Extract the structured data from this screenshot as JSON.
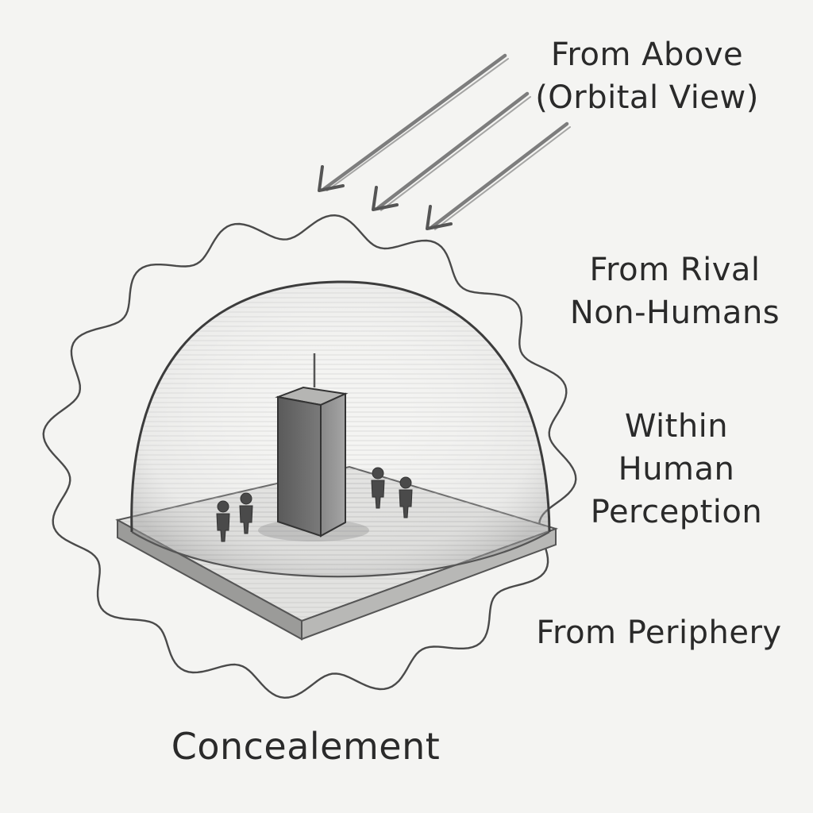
{
  "labels": {
    "from_above": [
      "From Above",
      "(Orbital View)"
    ],
    "from_rival": [
      "From Rival",
      "Non-Humans"
    ],
    "within_human": [
      "Within",
      "Human",
      "Perception"
    ],
    "from_periphery": "From Periphery",
    "title": "Concealement"
  },
  "colors": {
    "paper": "#f4f4f2",
    "pencil": "#3a3a3a",
    "pencil_light": "#8a8a8a"
  },
  "figures": [
    "human-figure",
    "human-figure",
    "human-figure",
    "human-figure"
  ]
}
